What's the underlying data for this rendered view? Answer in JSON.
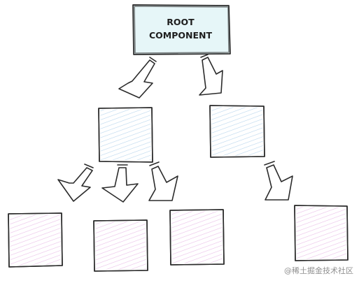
{
  "root": {
    "label_line1": "ROOT",
    "label_line2": "COMPONENT"
  },
  "colors": {
    "root_fill": "#e6f6f8",
    "child_fill": "#bfe0f3",
    "child_hatch": "#7fb4de",
    "grandchild_fill": "#f3c2ef",
    "grandchild_hatch": "#d47fd0",
    "outline": "#2b2b2b"
  },
  "tree": {
    "children": [
      {
        "kind": "component",
        "children": [
          {
            "kind": "component"
          },
          {
            "kind": "component"
          },
          {
            "kind": "component"
          }
        ]
      },
      {
        "kind": "component",
        "children": [
          {
            "kind": "component"
          }
        ]
      }
    ]
  },
  "watermark": "@稀土掘金技术社区"
}
